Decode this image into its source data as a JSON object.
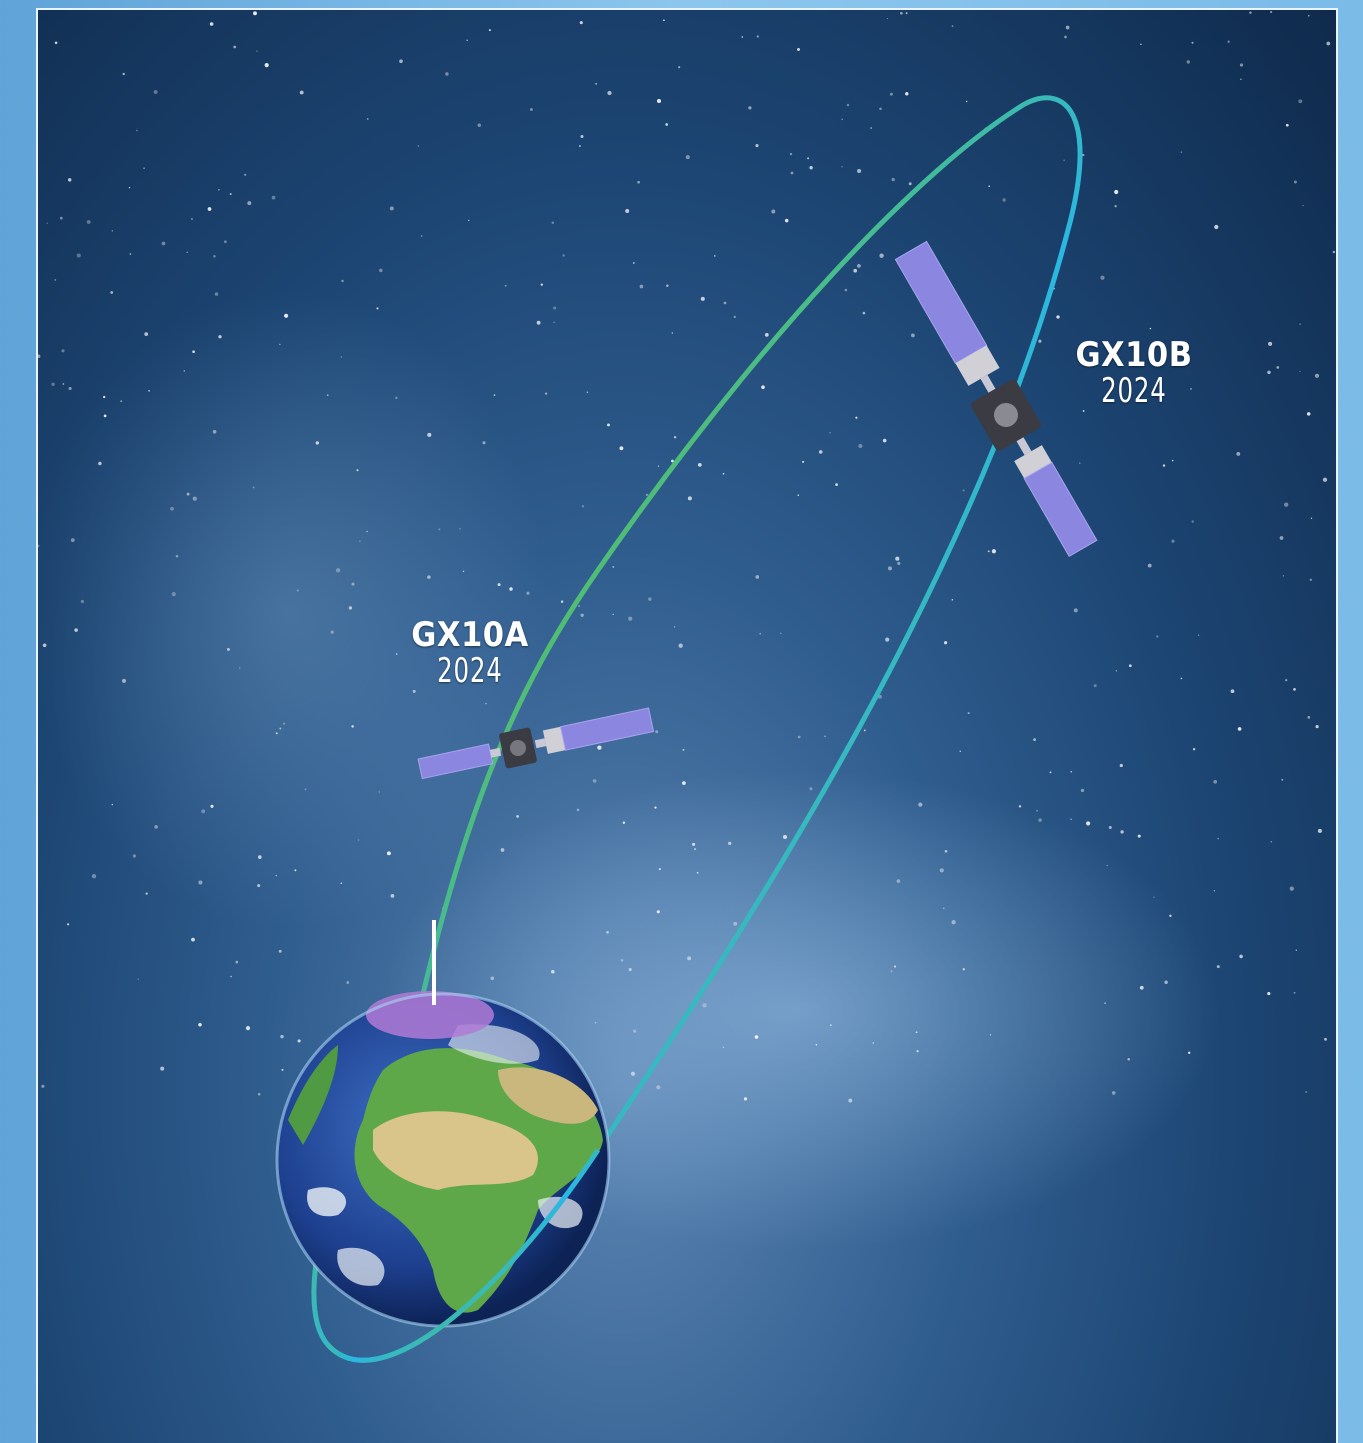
{
  "satellites": [
    {
      "name": "GX10A",
      "year": "2024"
    },
    {
      "name": "GX10B",
      "year": "2024"
    }
  ],
  "colors": {
    "orbit_green": "#5fbf4a",
    "orbit_cyan": "#2ab7e2",
    "solar_panel": "#8b86e0",
    "coverage": "#b07ad6",
    "ocean": "#1f4aa0",
    "land": "#5ea84a",
    "desert": "#d9c48a"
  }
}
